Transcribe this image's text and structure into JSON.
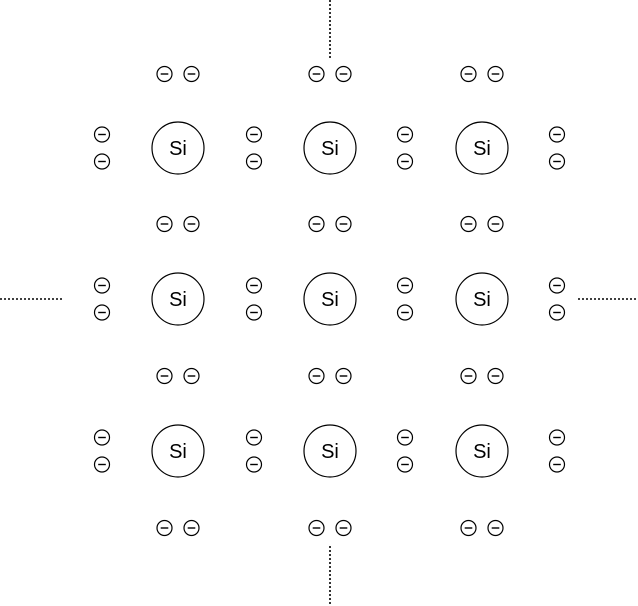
{
  "diagram": {
    "atom_symbol": "Si",
    "rows": 3,
    "cols": 3,
    "electrons_per_bond": 2,
    "electron_icon": "minus-sign-in-circle",
    "colors": {
      "stroke": "#000000",
      "background": "#ffffff"
    }
  }
}
